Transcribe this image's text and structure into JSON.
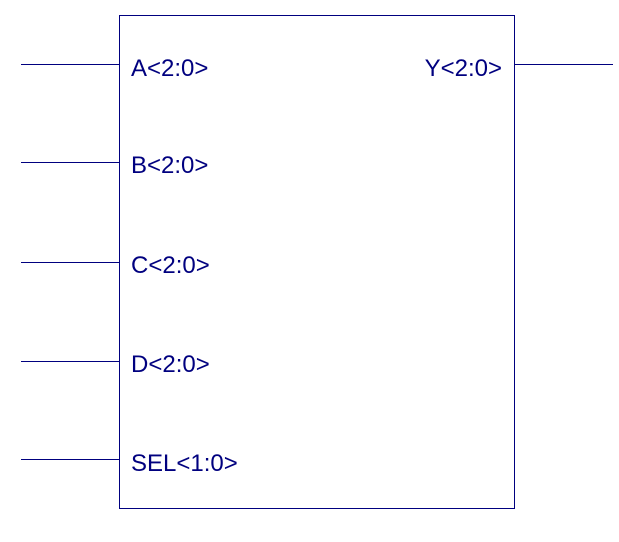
{
  "colors": {
    "stroke": "#00007f",
    "text": "#00007f",
    "background": "#ffffff"
  },
  "symbol": {
    "inputs": [
      {
        "label": "A<2:0>"
      },
      {
        "label": "B<2:0>"
      },
      {
        "label": "C<2:0>"
      },
      {
        "label": "D<2:0>"
      },
      {
        "label": "SEL<1:0>"
      }
    ],
    "outputs": [
      {
        "label": "Y<2:0>"
      }
    ]
  }
}
